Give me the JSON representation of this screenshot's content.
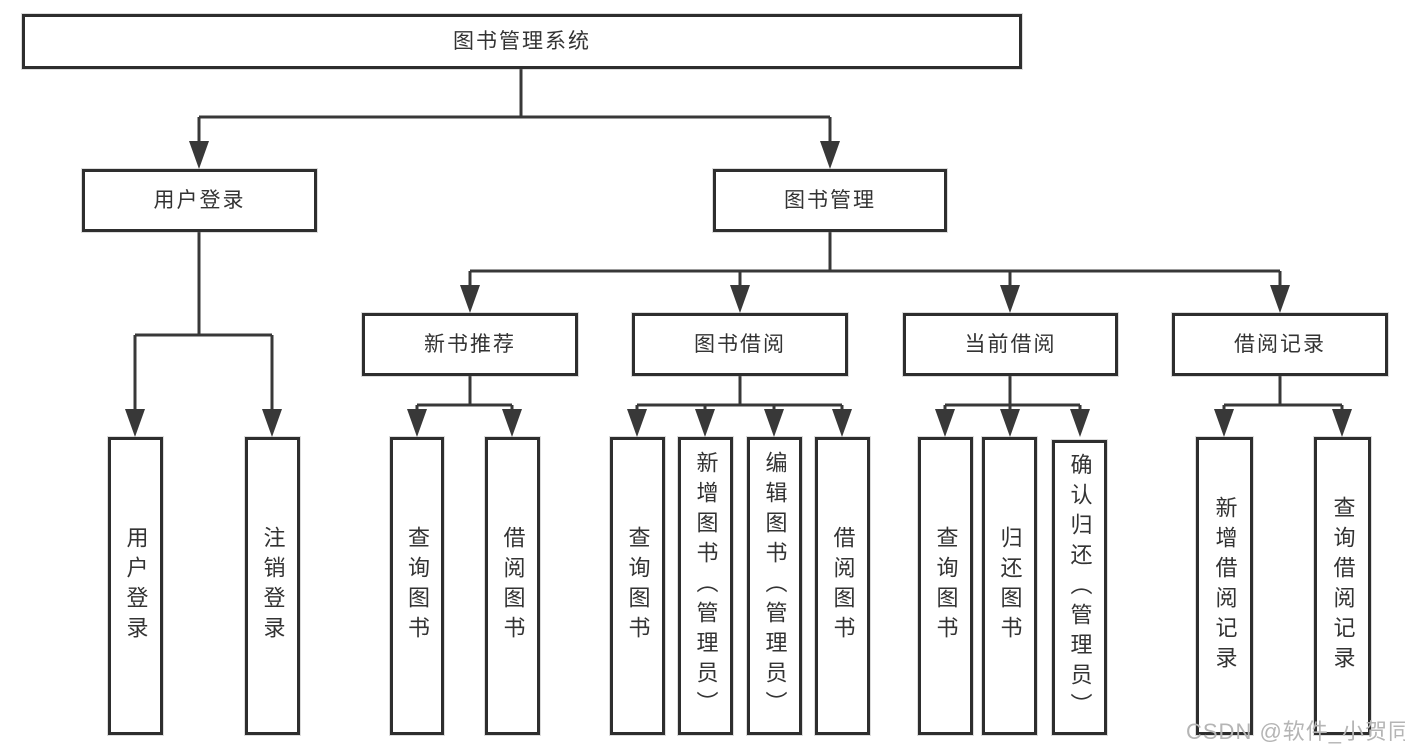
{
  "diagram": {
    "root": "图书管理系统",
    "level2": [
      "用户登录",
      "图书管理"
    ],
    "level3": [
      "新书推荐",
      "图书借阅",
      "当前借阅",
      "借阅记录"
    ],
    "leaves": [
      "用户登录",
      "注销登录",
      "查询图书",
      "借阅图书",
      "查询图书",
      "新增图书（管理员）",
      "编辑图书（管理员）",
      "借阅图书",
      "查询图书",
      "归还图书",
      "确认归还（管理员）",
      "新增借阅记录",
      "查询借阅记录"
    ],
    "hierarchy": {
      "图书管理系统": [
        "用户登录",
        "图书管理"
      ],
      "用户登录": [
        "用户登录",
        "注销登录"
      ],
      "图书管理": [
        "新书推荐",
        "图书借阅",
        "当前借阅",
        "借阅记录"
      ],
      "新书推荐": [
        "查询图书",
        "借阅图书"
      ],
      "图书借阅": [
        "查询图书",
        "新增图书（管理员）",
        "编辑图书（管理员）",
        "借阅图书"
      ],
      "当前借阅": [
        "查询图书",
        "归还图书",
        "确认归还（管理员）"
      ],
      "借阅记录": [
        "新增借阅记录",
        "查询借阅记录"
      ]
    }
  },
  "watermark": "CSDN @软件_小贺同学",
  "colors": {
    "line": "#383838",
    "border": "#2e2e2e",
    "text": "#333333",
    "watermark": "#b5b5b5",
    "background": "#ffffff"
  }
}
